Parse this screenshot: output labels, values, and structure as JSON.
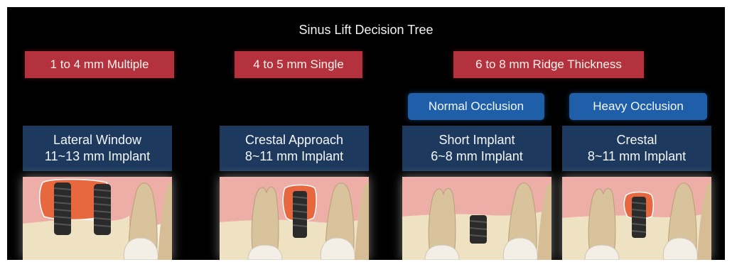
{
  "title": "Sinus Lift Decision Tree",
  "criteria": [
    "1 to 4 mm Multiple",
    "4 to 5 mm Single",
    "6 to 8 mm Ridge Thickness"
  ],
  "occlusion": [
    "Normal Occlusion",
    "Heavy Occlusion"
  ],
  "procedures": [
    {
      "line1": "Lateral Window",
      "line2": "11~13 mm Implant"
    },
    {
      "line1": "Crestal Approach",
      "line2": "8~11 mm Implant"
    },
    {
      "line1": "Short Implant",
      "line2": "6~8 mm Implant"
    },
    {
      "line1": "Crestal",
      "line2": "8~11 mm Implant"
    }
  ],
  "colors": {
    "criteria_box": "#b3323d",
    "occlusion_box": "#1f5faa",
    "procedure_box": "#1d3a5e",
    "background": "#000000"
  },
  "illustrations": [
    "two-implants-lateral-window",
    "single-implant-crestal-approach",
    "short-implant",
    "crestal-implant"
  ]
}
